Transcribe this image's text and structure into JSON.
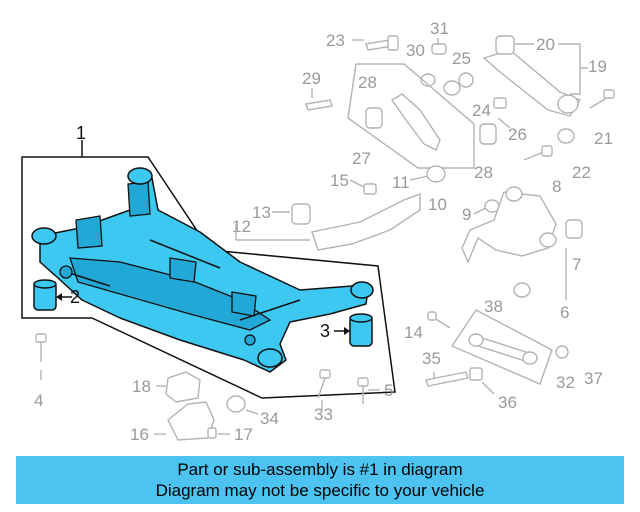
{
  "diagram": {
    "callouts": {
      "c1": "1",
      "c2": "2",
      "c3": "3",
      "c4": "4",
      "c5": "5",
      "c6": "6",
      "c7": "7",
      "c8": "8",
      "c9": "9",
      "c10": "10",
      "c11": "11",
      "c12": "12",
      "c13": "13",
      "c14": "14",
      "c15": "15",
      "c16": "16",
      "c17": "17",
      "c18": "18",
      "c19": "19",
      "c20": "20",
      "c21": "21",
      "c22": "22",
      "c23": "23",
      "c24": "24",
      "c25": "25",
      "c26": "26",
      "c27": "27",
      "c28a": "28",
      "c28b": "28",
      "c29": "29",
      "c30": "30",
      "c31": "31",
      "c32": "32",
      "c33": "33",
      "c34": "34",
      "c35": "35",
      "c36": "36",
      "c37": "37",
      "c38": "38"
    },
    "highlight_color": "#3cc8f0"
  },
  "banner": {
    "line1": "Part or sub-assembly is #1 in diagram",
    "line2": "Diagram may not be specific to your vehicle",
    "background": "#4cc3f0"
  }
}
